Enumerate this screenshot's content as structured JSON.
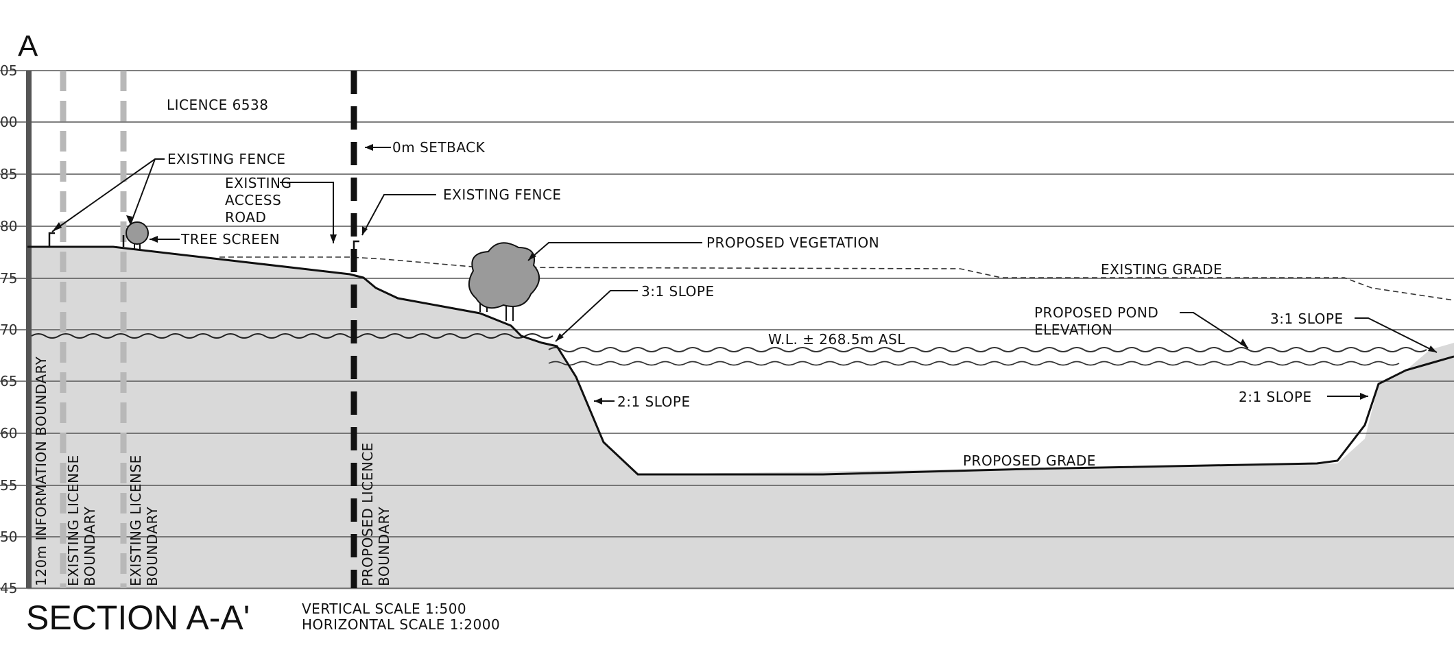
{
  "section_marker": "A",
  "y_tick_labels": [
    "05",
    "00",
    "85",
    "80",
    "75",
    "70",
    "65",
    "60",
    "55",
    "50",
    "45"
  ],
  "notes": {
    "licence": "LICENCE 6538",
    "setback": "0m SETBACK",
    "existing_fence_left": "EXISTING FENCE",
    "existing_access_road": [
      "EXISTING",
      "ACCESS",
      "ROAD"
    ],
    "existing_fence_right": "EXISTING FENCE",
    "tree_screen": "TREE SCREEN",
    "proposed_vegetation": "PROPOSED VEGETATION",
    "existing_grade": "EXISTING GRADE",
    "slope_3_1_left": "3:1 SLOPE",
    "proposed_pond_elevation": [
      "PROPOSED POND",
      "ELEVATION"
    ],
    "slope_3_1_right": "3:1 SLOPE",
    "water_level": "W.L. ± 268.5m ASL",
    "slope_2_1_left": "2:1 SLOPE",
    "slope_2_1_right": "2:1 SLOPE",
    "proposed_grade": "PROPOSED GRADE"
  },
  "boundaries": {
    "information": "120m INFORMATION BOUNDARY",
    "existing_license_1": [
      "EXISTING LICENSE",
      "BOUNDARY"
    ],
    "existing_license_2": [
      "EXISTING LICENSE",
      "BOUNDARY"
    ],
    "proposed_licence": [
      "PROPOSED LICENCE",
      "BOUNDARY"
    ]
  },
  "title_block": {
    "title": "SECTION A-A'",
    "vertical_scale": "VERTICAL SCALE 1:500",
    "horizontal_scale": "HORIZONTAL SCALE 1:2000"
  },
  "colors": {
    "ground_fill": "#d9d9d9",
    "line": "#111111",
    "grid": "#555555",
    "boundary_dash": "#b8b8b8",
    "tree_fill": "#9a9a9a"
  }
}
